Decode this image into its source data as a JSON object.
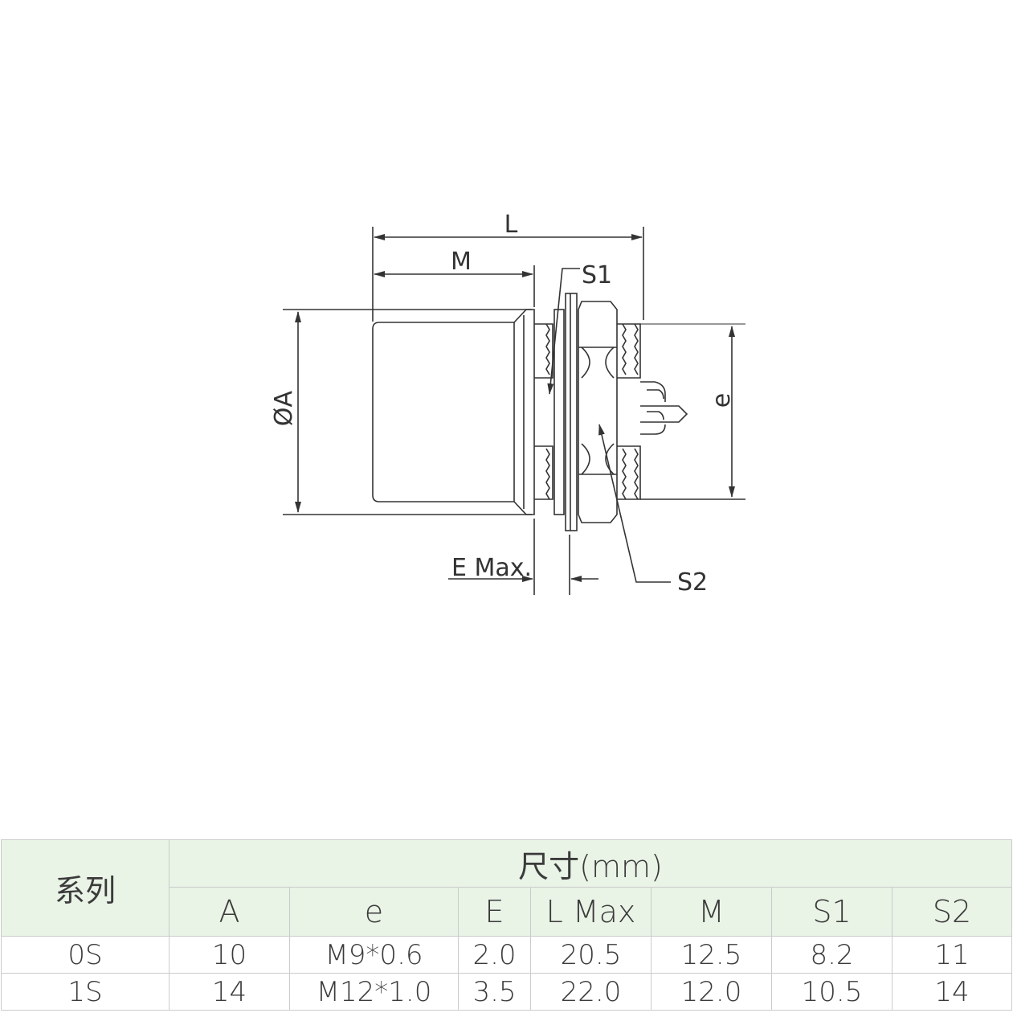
{
  "drawing": {
    "labels": {
      "L": "L",
      "M": "M",
      "S1": "S1",
      "S2": "S2",
      "phiA": "ØA",
      "e": "e",
      "emax": "E Max."
    }
  },
  "table": {
    "series_header": "系列",
    "dimension_header": "尺寸(mm)",
    "columns": [
      "A",
      "e",
      "E",
      "L Max",
      "M",
      "S1",
      "S2"
    ],
    "rows": [
      {
        "series": "0S",
        "values": [
          "10",
          "M9*0.6",
          "2.0",
          "20.5",
          "12.5",
          "8.2",
          "11"
        ]
      },
      {
        "series": "1S",
        "values": [
          "14",
          "M12*1.0",
          "3.5",
          "22.0",
          "12.0",
          "10.5",
          "14"
        ]
      }
    ]
  }
}
